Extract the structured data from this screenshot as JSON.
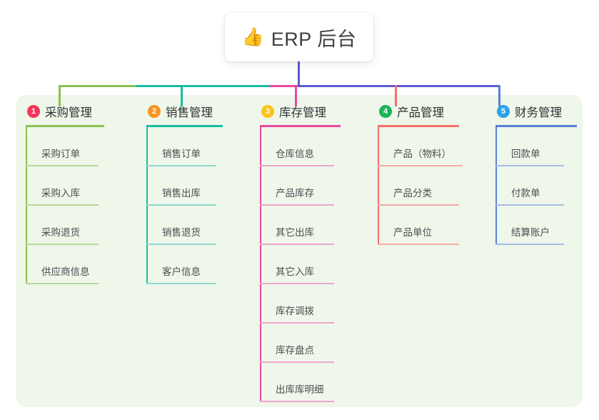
{
  "root": {
    "icon": "thumbs-up-icon",
    "icon_glyph": "👍",
    "title": "ERP 后台"
  },
  "colors": {
    "panel_background": "#eef7e9",
    "root_stem": "#5b5bd6",
    "column1": "#8cc152",
    "column2": "#17bda0",
    "column3": "#e8489f",
    "column4": "#f4706d",
    "column5": "#5b7fd6",
    "badge1": "#f2385a",
    "badge2": "#f79421",
    "badge3": "#fcc419",
    "badge4": "#1cb35c",
    "badge5": "#29a3e8"
  },
  "columns": [
    {
      "number": "1",
      "title": "采购管理",
      "badge_color": "#f2385a",
      "line_color": "#8cc152",
      "items": [
        {
          "label": "采购订单"
        },
        {
          "label": "采购入库"
        },
        {
          "label": "采购退货"
        },
        {
          "label": "供应商信息"
        }
      ]
    },
    {
      "number": "2",
      "title": "销售管理",
      "badge_color": "#f79421",
      "line_color": "#17bda0",
      "items": [
        {
          "label": "销售订单"
        },
        {
          "label": "销售出库"
        },
        {
          "label": "销售退货"
        },
        {
          "label": "客户信息"
        }
      ]
    },
    {
      "number": "3",
      "title": "库存管理",
      "badge_color": "#fcc419",
      "line_color": "#e8489f",
      "items": [
        {
          "label": "仓库信息"
        },
        {
          "label": "产品库存"
        },
        {
          "label": "其它出库"
        },
        {
          "label": "其它入库"
        },
        {
          "label": "库存调拨"
        },
        {
          "label": "库存盘点"
        },
        {
          "label": "出库库明细"
        }
      ]
    },
    {
      "number": "4",
      "title": "产品管理",
      "badge_color": "#1cb35c",
      "line_color": "#f4706d",
      "items": [
        {
          "label": "产品（物料）"
        },
        {
          "label": "产品分类"
        },
        {
          "label": "产品单位"
        }
      ]
    },
    {
      "number": "5",
      "title": "财务管理",
      "badge_color": "#29a3e8",
      "line_color": "#5b7fd6",
      "items": [
        {
          "label": "回款单"
        },
        {
          "label": "付款单"
        },
        {
          "label": "结算账户"
        }
      ]
    }
  ]
}
